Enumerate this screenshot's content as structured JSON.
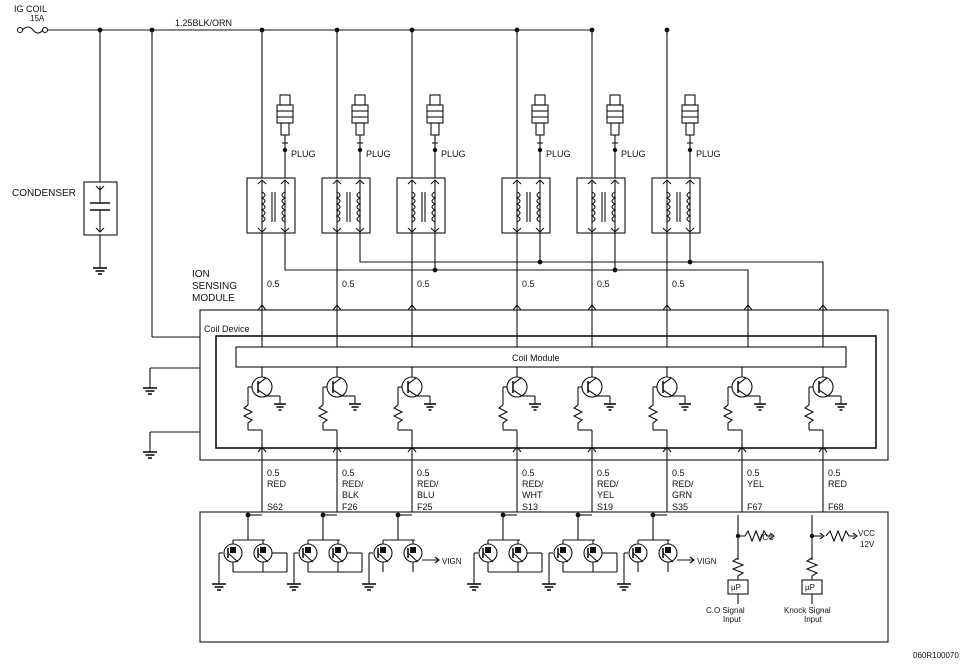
{
  "header": {
    "fuse_label": "IG COIL",
    "fuse_rating": "15A",
    "supply_wire": "1.25BLK/ORN"
  },
  "condenser": {
    "label": "CONDENSER"
  },
  "plug_label": "PLUG",
  "ion_module": {
    "line1": "ION",
    "line2": "SENSING",
    "line3": "MODULE"
  },
  "coil_device": "Coil Device",
  "coil_module": "Coil Module",
  "gauge_label": "0.5",
  "outputs": [
    {
      "gauge": "0.5",
      "color1": "RED",
      "color2": "",
      "pin": "S62"
    },
    {
      "gauge": "0.5",
      "color1": "RED/",
      "color2": "BLK",
      "pin": "F26"
    },
    {
      "gauge": "0.5",
      "color1": "RED/",
      "color2": "BLU",
      "pin": "F25"
    },
    {
      "gauge": "0.5",
      "color1": "RED/",
      "color2": "WHT",
      "pin": "S13"
    },
    {
      "gauge": "0.5",
      "color1": "RED/",
      "color2": "YEL",
      "pin": "S19"
    },
    {
      "gauge": "0.5",
      "color1": "RED/",
      "color2": "GRN",
      "pin": "S35"
    },
    {
      "gauge": "0.5",
      "color1": "YEL",
      "color2": "",
      "pin": "F67"
    },
    {
      "gauge": "0.5",
      "color1": "RED",
      "color2": "",
      "pin": "F68"
    }
  ],
  "vign": "VIGN",
  "vcc": "VCC",
  "vcc2_line1": "VCC",
  "vcc2_line2": "12V",
  "mu_p": "μP",
  "co_signal": {
    "line1": "C.O Signal",
    "line2": "Input"
  },
  "knock_signal": {
    "line1": "Knock Signal",
    "line2": "Input"
  },
  "figure_code": "060R100070"
}
